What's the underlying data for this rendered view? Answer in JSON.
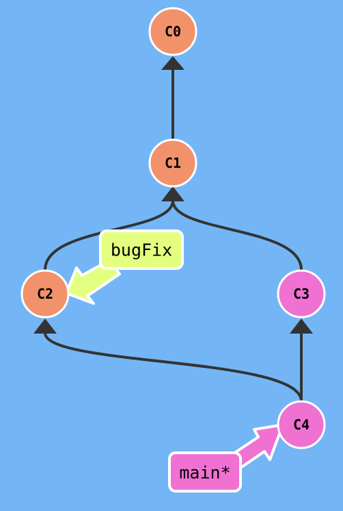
{
  "commits": [
    {
      "id": "C0",
      "color": "#f2926a"
    },
    {
      "id": "C1",
      "color": "#f2926a"
    },
    {
      "id": "C2",
      "color": "#f2926a"
    },
    {
      "id": "C3",
      "color": "#ef72d2"
    },
    {
      "id": "C4",
      "color": "#ef72d2"
    }
  ],
  "edges": [
    {
      "from": "C1",
      "to": "C0"
    },
    {
      "from": "C2",
      "to": "C1"
    },
    {
      "from": "C3",
      "to": "C1"
    },
    {
      "from": "C4",
      "to": "C2"
    },
    {
      "from": "C4",
      "to": "C3"
    }
  ],
  "branches": [
    {
      "name": "bugFix",
      "target": "C2",
      "color": "#e4ff7f"
    },
    {
      "name": "main*",
      "target": "C4",
      "color": "#ef72d2"
    }
  ],
  "colors": {
    "background": "#74b6f5",
    "edge": "#333333",
    "node_stroke": "#ffffff"
  }
}
